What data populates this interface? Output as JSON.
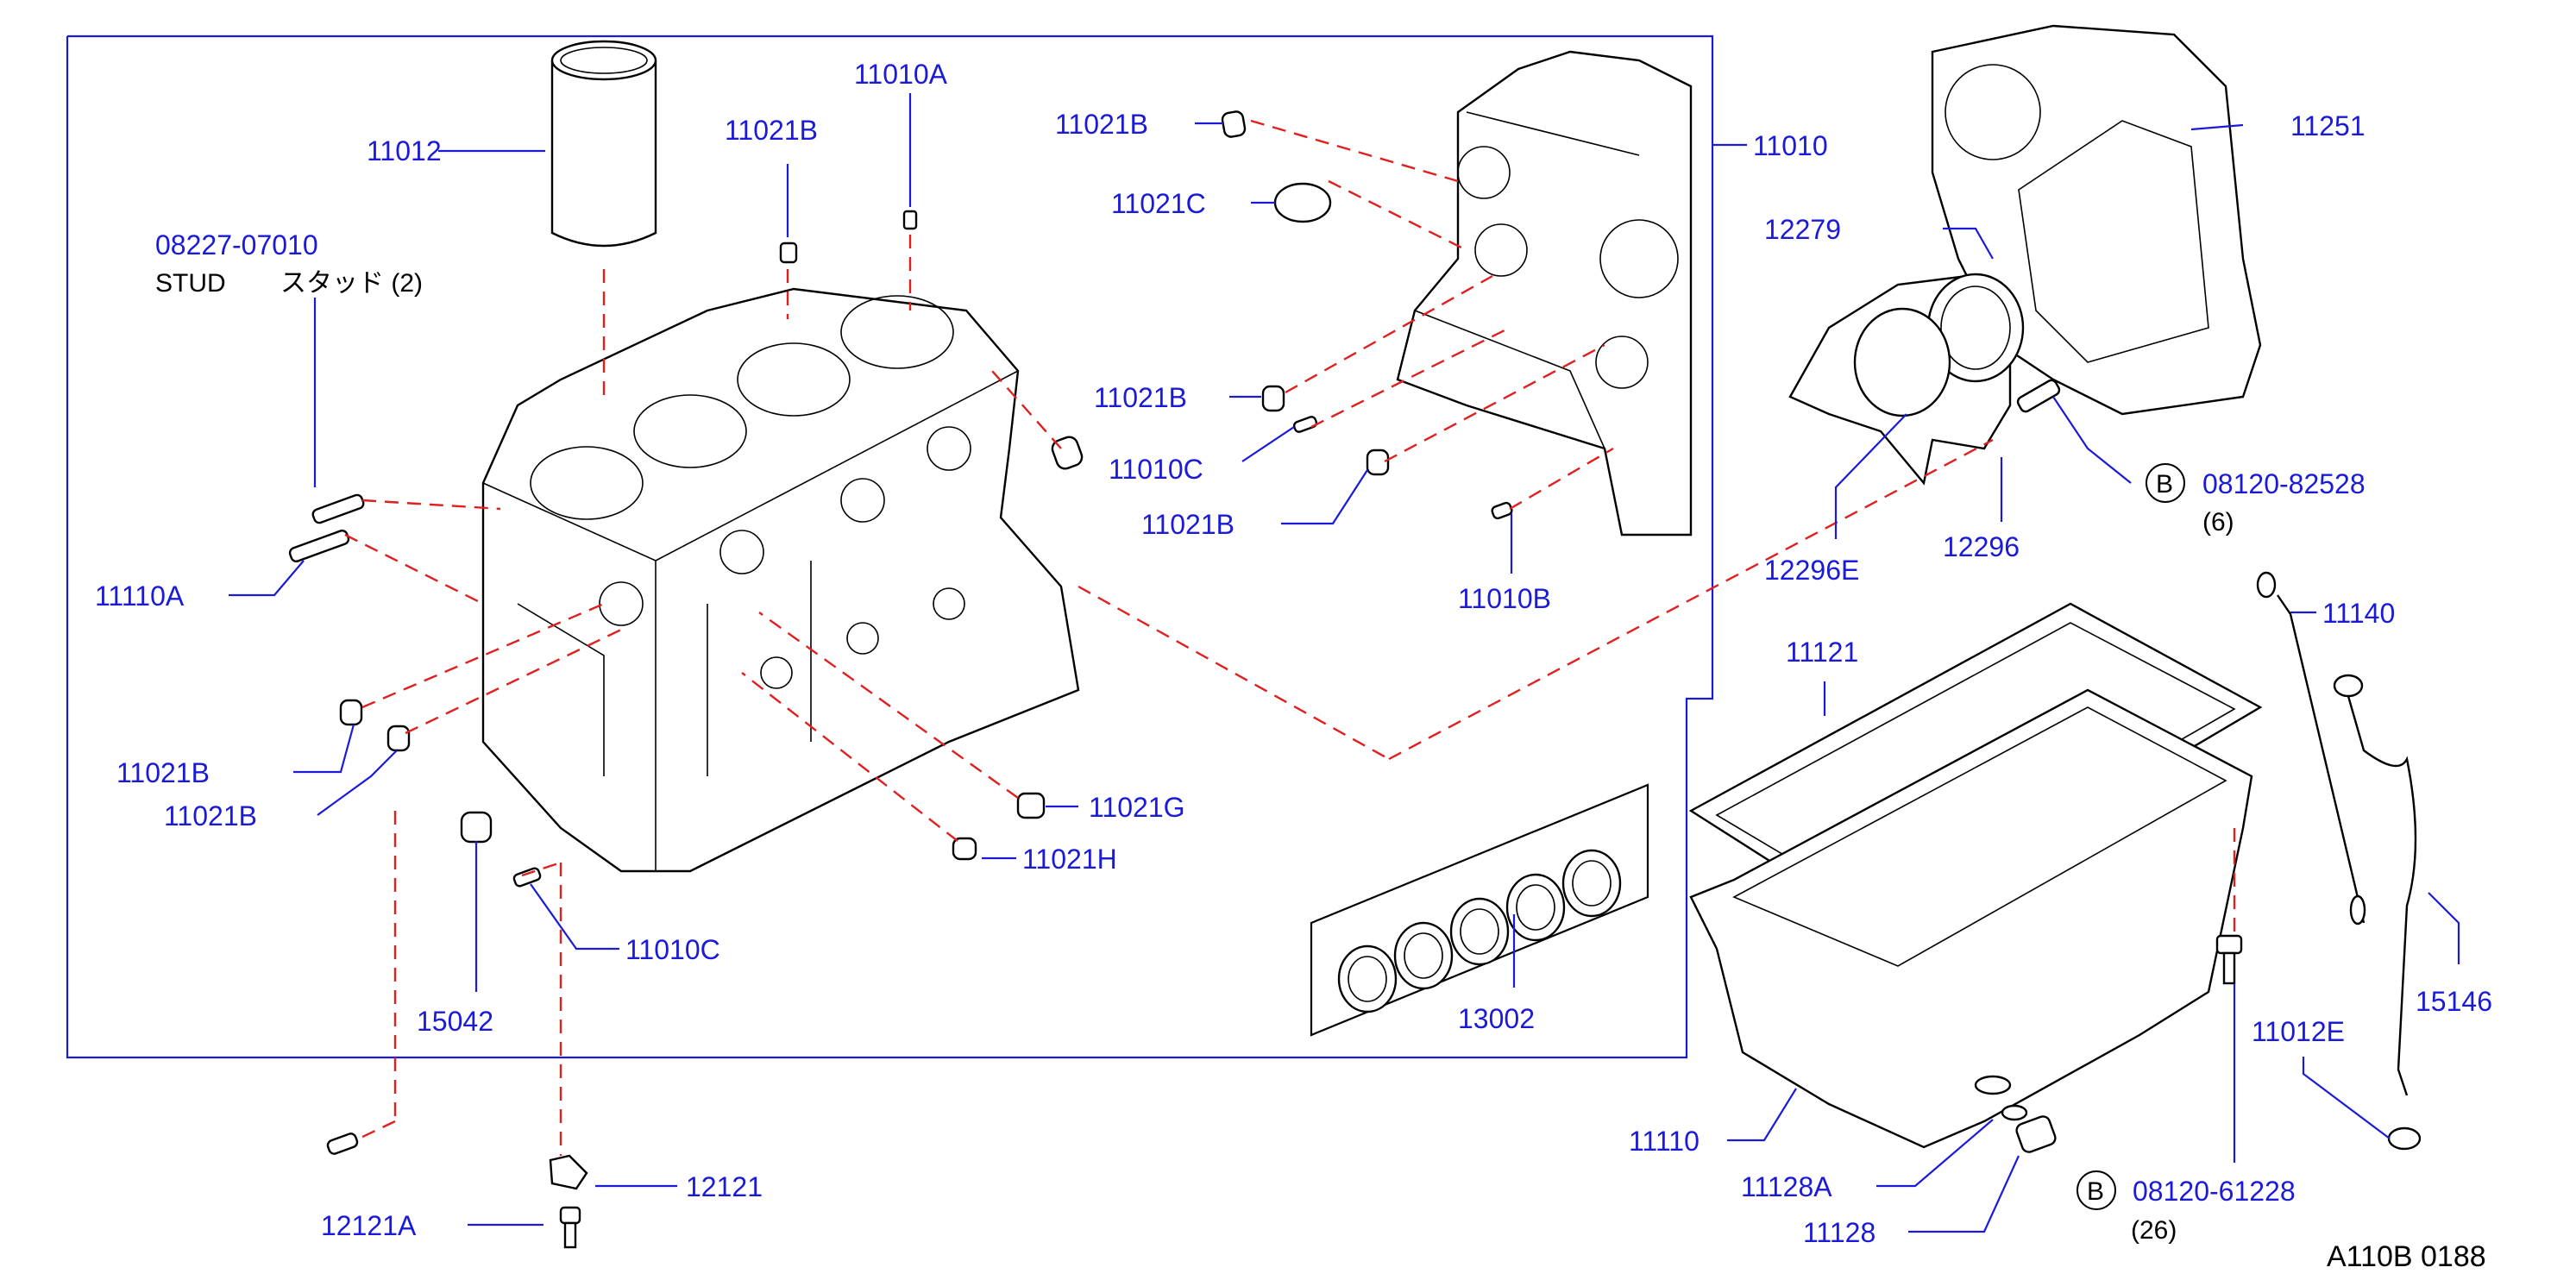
{
  "colors": {
    "label": "#1a1ad8",
    "dashed_line": "#e02020",
    "drawing": "#000000",
    "background": "#ffffff"
  },
  "labels": {
    "p11012": "11012",
    "p11021B_top": "11021B",
    "p11010A": "11010A",
    "p11021B_r1": "11021B",
    "p11021C": "11021C",
    "p11010": "11010",
    "p08227": "08227-07010",
    "stud": "STUD",
    "stud_jp": "スタッド (2)",
    "p11110A": "11110A",
    "p11021B_r2": "11021B",
    "p11010C_r": "11010C",
    "p11021B_r3": "11021B",
    "p11010B": "11010B",
    "p11021B_l1": "11021B",
    "p11021B_l2": "11021B",
    "p11021G": "11021G",
    "p11021H": "11021H",
    "p11010C_b": "11010C",
    "p15042": "15042",
    "p13002": "13002",
    "p12121": "12121",
    "p12121A": "12121A",
    "p11251": "11251",
    "p12279": "12279",
    "circle_b1": "B",
    "p08120_82528": "08120-82528",
    "qty6": "(6)",
    "p12296E": "12296E",
    "p12296": "12296",
    "p11121": "11121",
    "p11140": "11140",
    "p15146": "15146",
    "p11012E": "11012E",
    "p11110": "11110",
    "p11128A": "11128A",
    "p11128": "11128",
    "circle_b2": "B",
    "p08120_61228": "08120-61228",
    "qty26": "(26)",
    "footer_code": "A110B  0188"
  }
}
